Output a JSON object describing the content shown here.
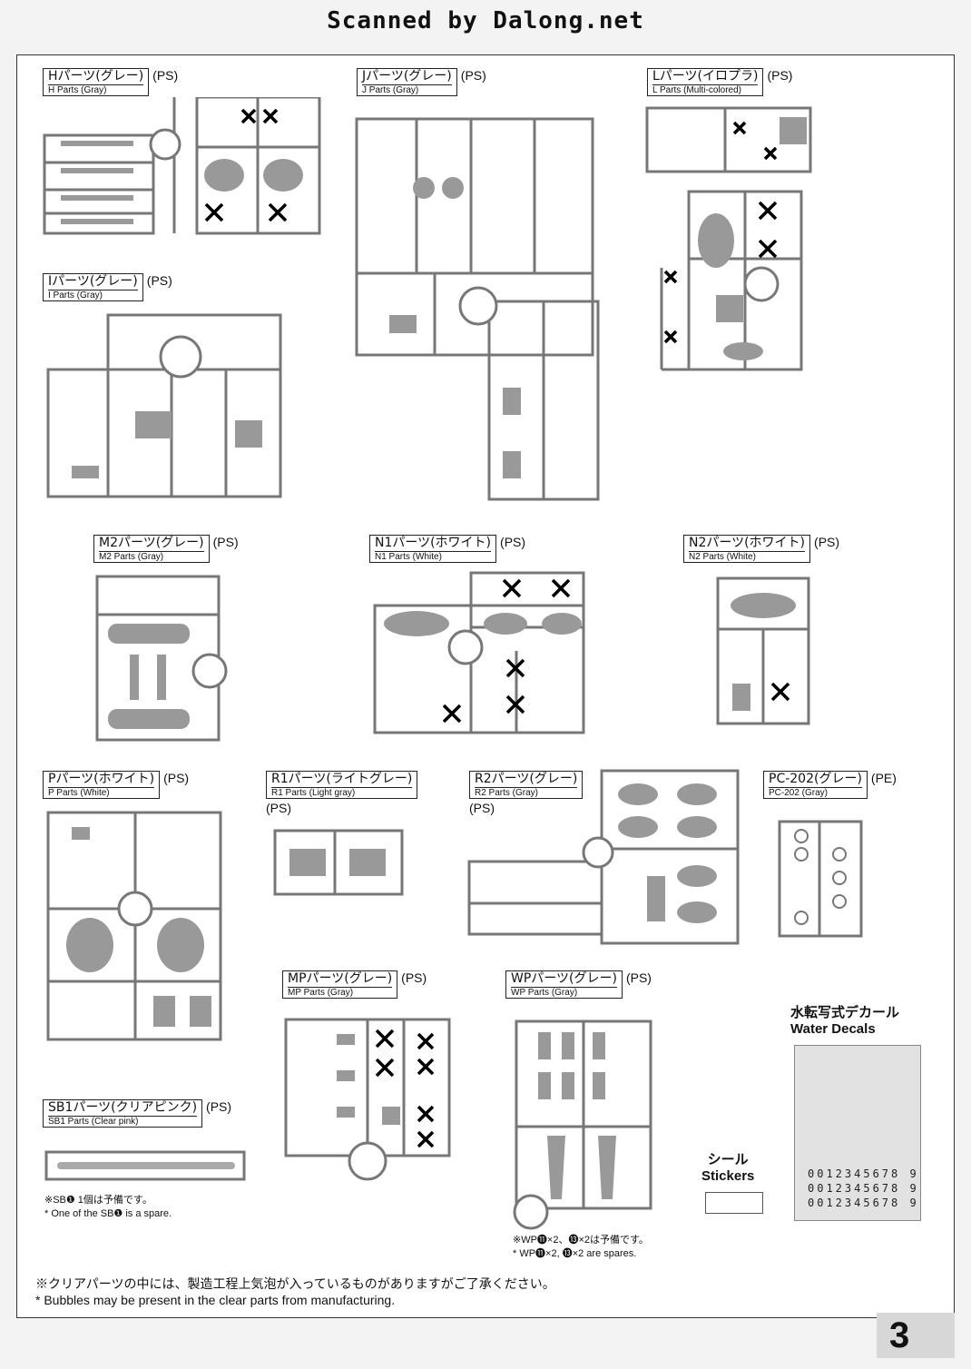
{
  "header": {
    "scan_credit": "Scanned by Dalong.net"
  },
  "runners": [
    {
      "id": "H",
      "jp": "Hパーツ(グレー)",
      "en": "H Parts (Gray)",
      "material": "(PS)"
    },
    {
      "id": "J",
      "jp": "Jパーツ(グレー)",
      "en": "J Parts (Gray)",
      "material": "(PS)"
    },
    {
      "id": "L",
      "jp": "Lパーツ(イロプラ)",
      "en": "L Parts (Multi-colored)",
      "material": "(PS)"
    },
    {
      "id": "I",
      "jp": "Iパーツ(グレー)",
      "en": "I Parts (Gray)",
      "material": "(PS)"
    },
    {
      "id": "M2",
      "jp": "M2パーツ(グレー)",
      "en": "M2 Parts (Gray)",
      "material": "(PS)"
    },
    {
      "id": "N1",
      "jp": "N1パーツ(ホワイト)",
      "en": "N1 Parts (White)",
      "material": "(PS)"
    },
    {
      "id": "N2",
      "jp": "N2パーツ(ホワイト)",
      "en": "N2 Parts (White)",
      "material": "(PS)"
    },
    {
      "id": "P",
      "jp": "Pパーツ(ホワイト)",
      "en": "P Parts (White)",
      "material": "(PS)"
    },
    {
      "id": "R1",
      "jp": "R1パーツ(ライトグレー)",
      "en": "R1 Parts (Light gray)",
      "material": "(PS)"
    },
    {
      "id": "R2",
      "jp": "R2パーツ(グレー)",
      "en": "R2 Parts (Gray)",
      "material": "(PS)"
    },
    {
      "id": "PC202",
      "jp": "PC-202(グレー)",
      "en": "PC-202 (Gray)",
      "material": "(PE)"
    },
    {
      "id": "MP",
      "jp": "MPパーツ(グレー)",
      "en": "MP Parts (Gray)",
      "material": "(PS)"
    },
    {
      "id": "WP",
      "jp": "WPパーツ(グレー)",
      "en": "WP Parts (Gray)",
      "material": "(PS)"
    },
    {
      "id": "SB1",
      "jp": "SB1パーツ(クリアピンク)",
      "en": "SB1 Parts (Clear pink)",
      "material": "(PS)"
    }
  ],
  "notes": {
    "sb1_jp": "※SB❶ 1個は予備です。",
    "sb1_en": "* One of the SB❶ is a spare.",
    "wp_jp": "※WP⓫×2、⓭×2は予備です。",
    "wp_en": "* WP⓫×2, ⓭×2 are spares.",
    "bubbles_jp": "※クリアパーツの中には、製造工程上気泡が入っているものがありますがご了承ください。",
    "bubbles_en": "* Bubbles may be present in the clear parts from manufacturing."
  },
  "decals": {
    "jp": "水転写式デカール",
    "en": "Water Decals",
    "row1": "0012345678 9",
    "row2": "0012345678 9",
    "row3": "0012345678 9"
  },
  "stickers": {
    "jp": "シール",
    "en": "Stickers"
  },
  "page_number": "3"
}
